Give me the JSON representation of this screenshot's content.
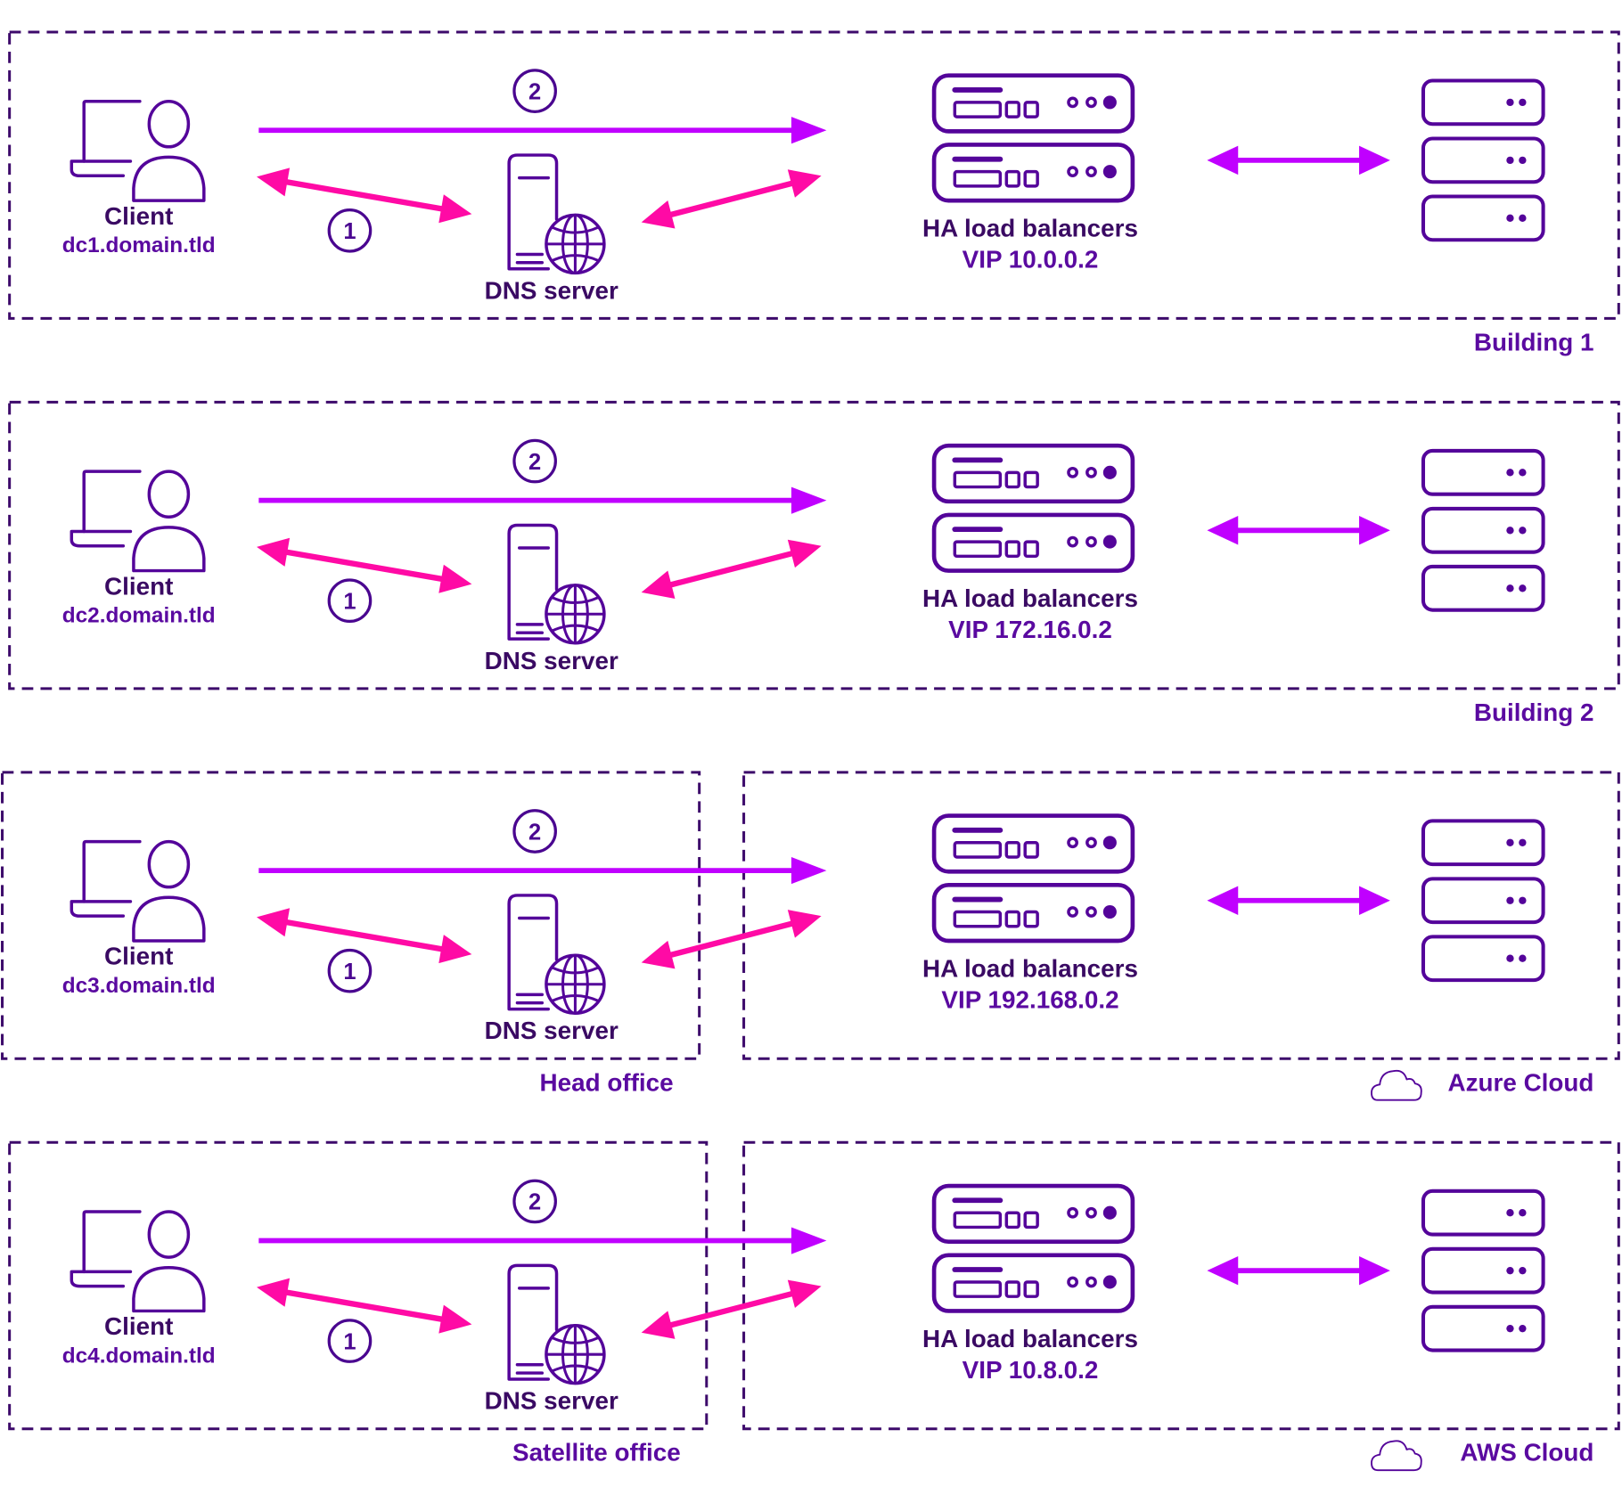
{
  "colors": {
    "box_border": "#3d0a6b",
    "icon": "#54049a",
    "label_dark": "#3a0a63",
    "label_purple": "#5a0aa0",
    "arrow_query": "#ff0aa5",
    "arrow_direct": "#c000ff"
  },
  "rows": [
    {
      "client_title": "Client",
      "client_domain": "dc1.domain.tld",
      "step1": "1",
      "step2": "2",
      "dns_label": "DNS server",
      "lb_label": "HA load balancers",
      "vip_label": "VIP 10.0.0.2",
      "left_zone": "Building 1",
      "right_zone": "",
      "right_zone_icon": ""
    },
    {
      "client_title": "Client",
      "client_domain": "dc2.domain.tld",
      "step1": "1",
      "step2": "2",
      "dns_label": "DNS server",
      "lb_label": "HA load balancers",
      "vip_label": "VIP 172.16.0.2",
      "left_zone": "Building 2",
      "right_zone": "",
      "right_zone_icon": ""
    },
    {
      "client_title": "Client",
      "client_domain": "dc3.domain.tld",
      "step1": "1",
      "step2": "2",
      "dns_label": "DNS server",
      "lb_label": "HA load balancers",
      "vip_label": "VIP 192.168.0.2",
      "left_zone": "Head office",
      "right_zone": "Azure Cloud",
      "right_zone_icon": "cloud-icon"
    },
    {
      "client_title": "Client",
      "client_domain": "dc4.domain.tld",
      "step1": "1",
      "step2": "2",
      "dns_label": "DNS server",
      "lb_label": "HA load balancers",
      "vip_label": "VIP 10.8.0.2",
      "left_zone": "Satellite office",
      "right_zone": "AWS Cloud",
      "right_zone_icon": "cloud-icon"
    }
  ]
}
